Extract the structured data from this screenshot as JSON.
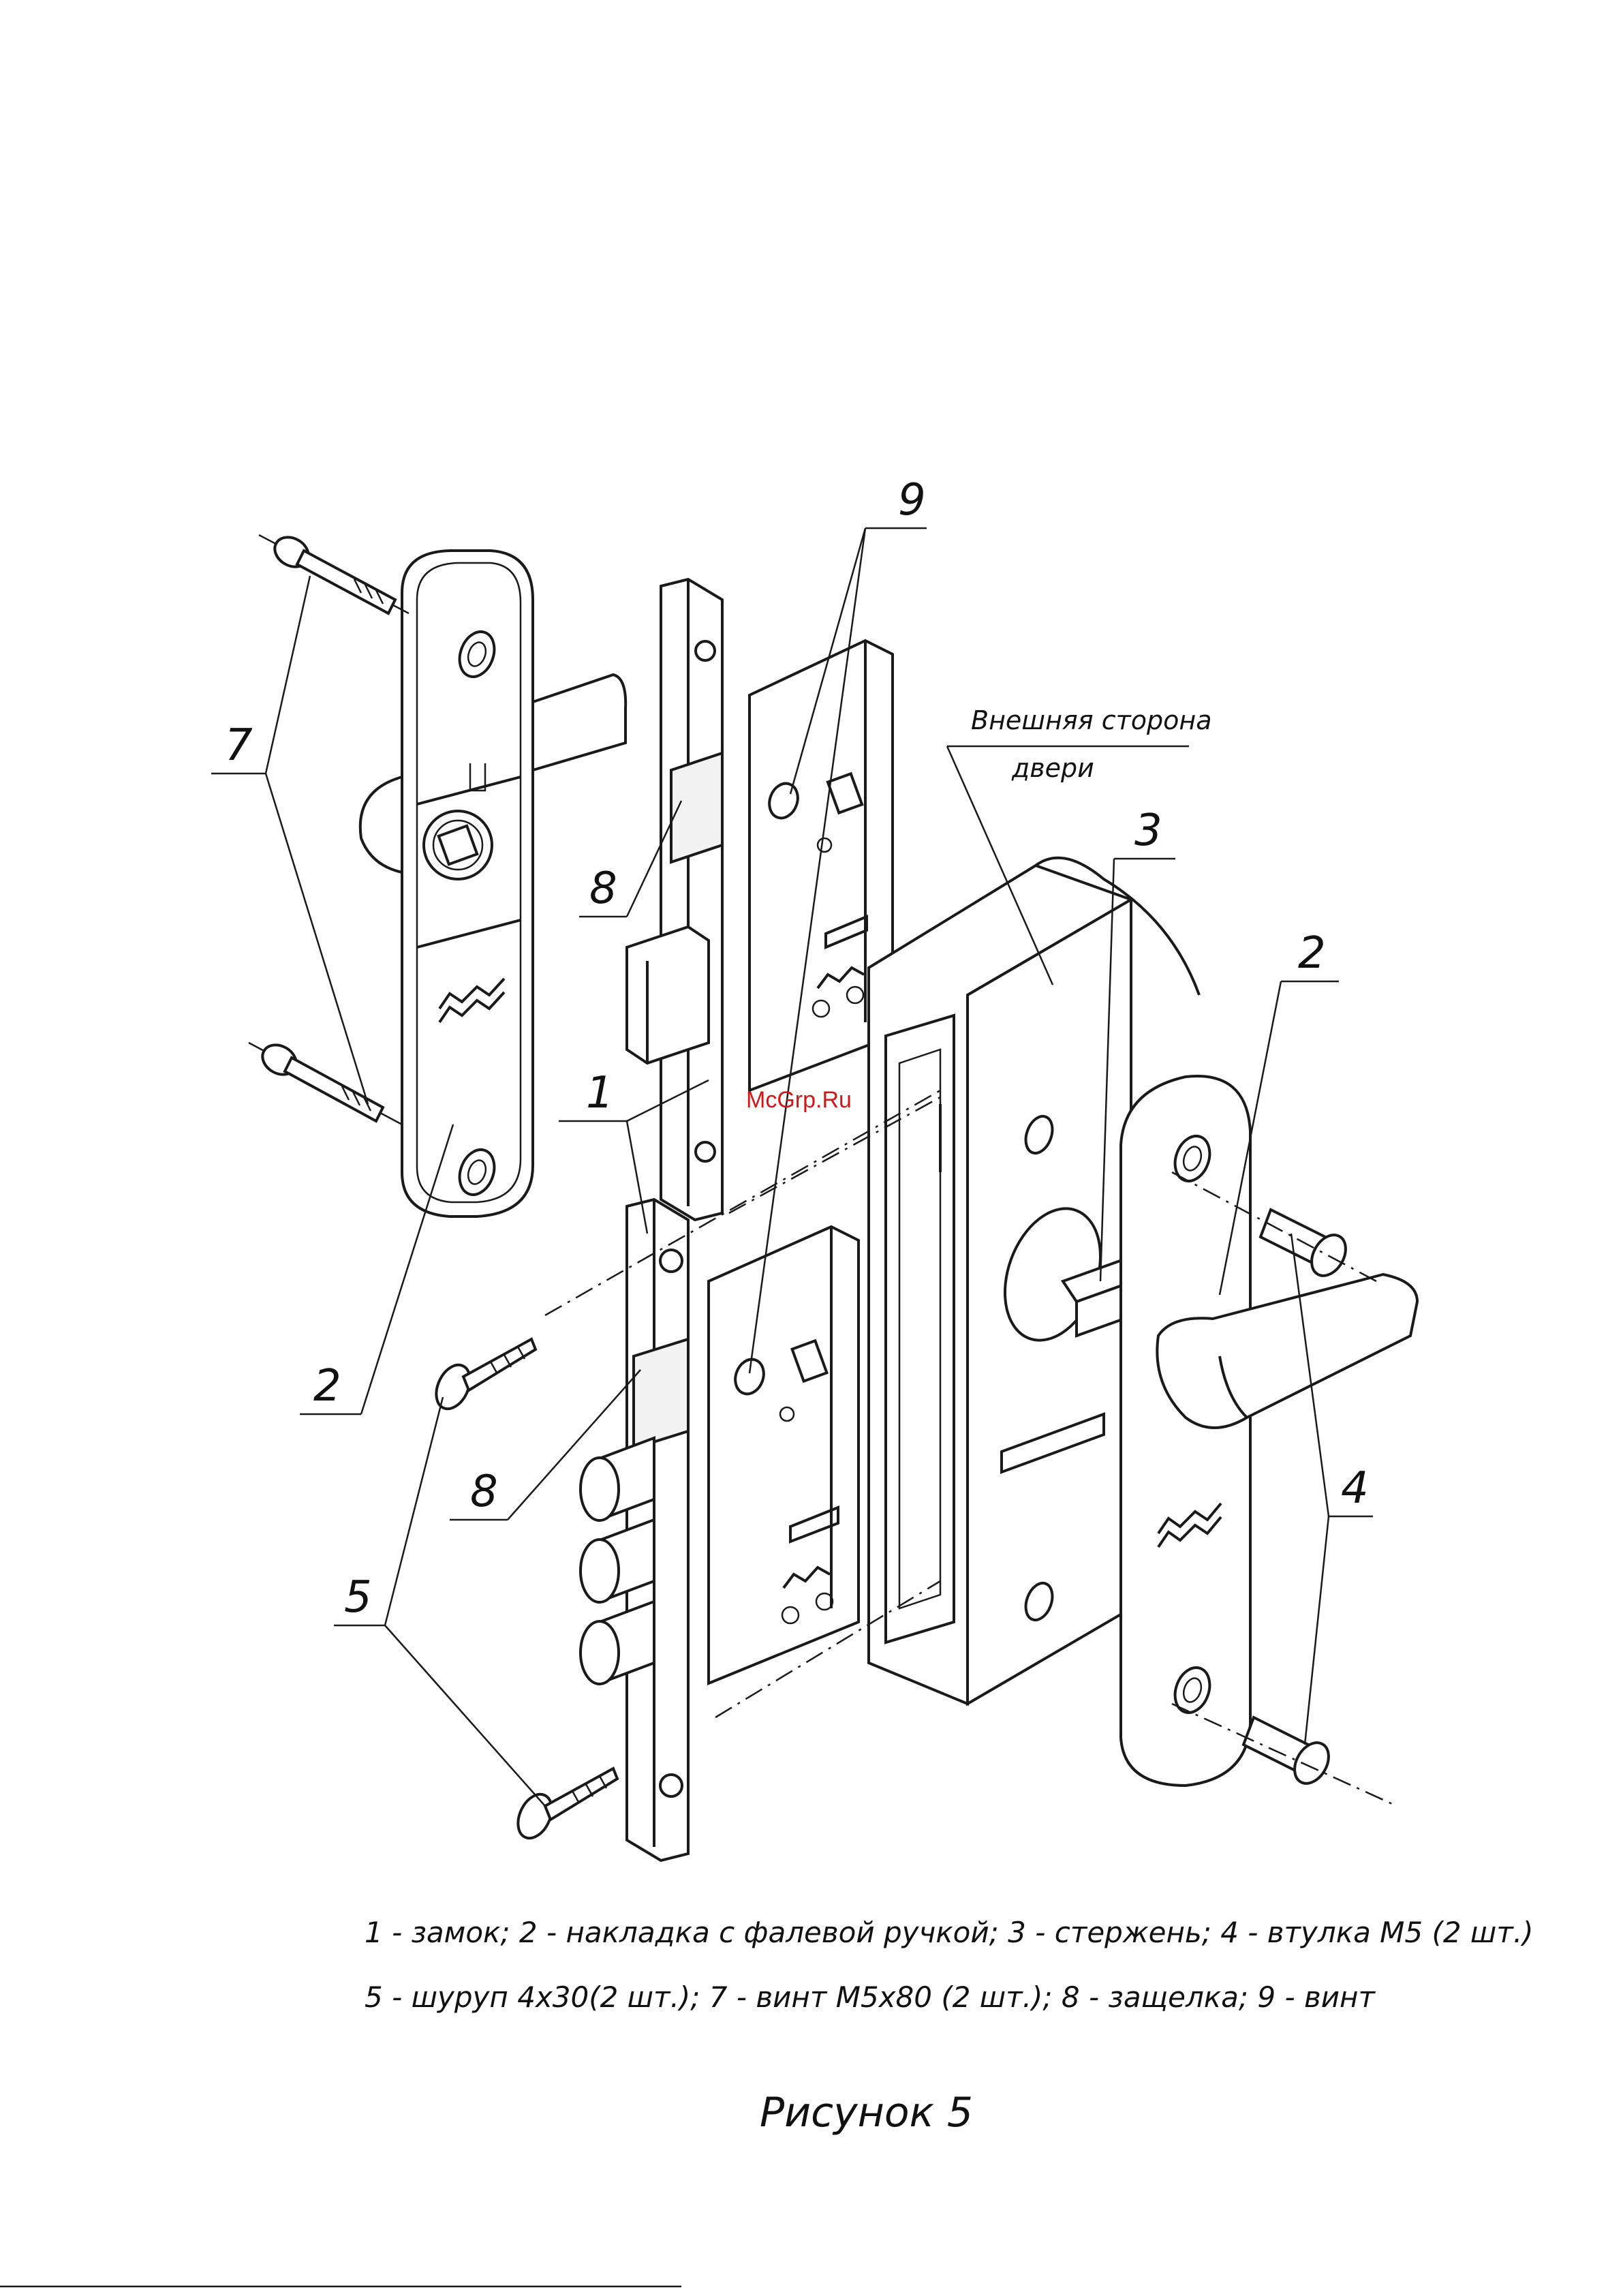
{
  "callouts": {
    "c1": "1",
    "c2_left": "2",
    "c2_right": "2",
    "c3": "3",
    "c4": "4",
    "c5": "5",
    "c7": "7",
    "c8_top": "8",
    "c8_bottom": "8",
    "c9": "9"
  },
  "door_side_note": {
    "line1": "Внешняя сторона",
    "line2": "двери"
  },
  "watermark": "McGrp.Ru",
  "legend": {
    "line1": "1 - замок; 2 - накладка с фалевой ручкой; 3 - стержень; 4 - втулка М5 (2 шт.)",
    "line2": "5 - шуруп 4х30(2 шт.);  7 - винт М5х80 (2 шт.); 8 - защелка; 9 - винт"
  },
  "figure_caption": "Рисунок 5"
}
